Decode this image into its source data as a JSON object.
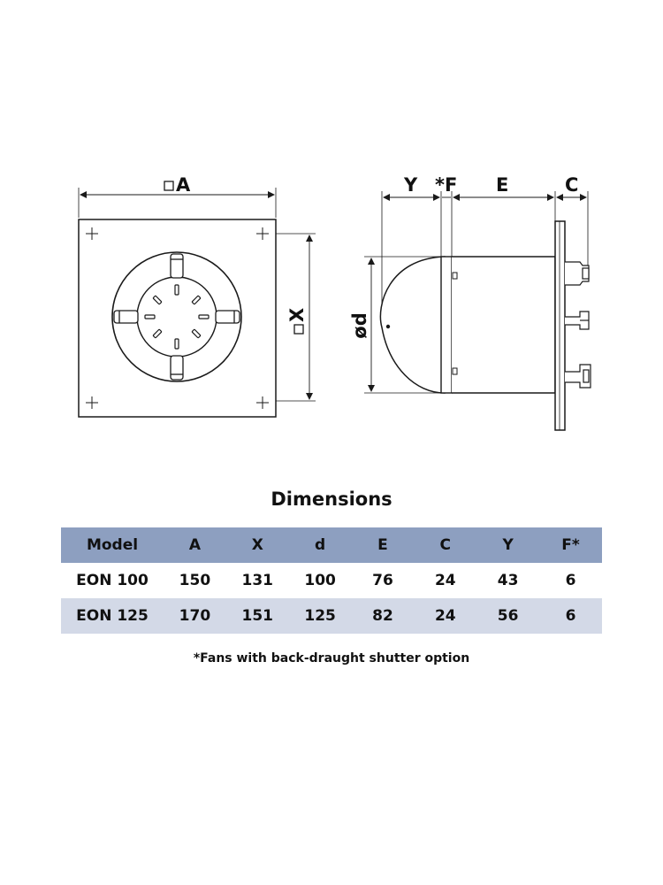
{
  "diagram": {
    "front_view": {
      "width_label": "A",
      "height_label": "X"
    },
    "side_view": {
      "diameter_label": "ød",
      "labels": [
        "Y",
        "*F",
        "E",
        "C"
      ]
    }
  },
  "dimensions": {
    "title": "Dimensions",
    "columns": [
      "Model",
      "A",
      "X",
      "d",
      "E",
      "C",
      "Y",
      "F*"
    ],
    "rows": [
      [
        "EON 100",
        "150",
        "131",
        "100",
        "76",
        "24",
        "43",
        "6"
      ],
      [
        "EON 125",
        "170",
        "151",
        "125",
        "82",
        "24",
        "56",
        "6"
      ]
    ],
    "footnote": "*Fans with back-draught shutter option"
  },
  "colors": {
    "header_row": "#8d9fc0",
    "alt_row": "#d3d9e7",
    "line": "#1a1a1a"
  }
}
